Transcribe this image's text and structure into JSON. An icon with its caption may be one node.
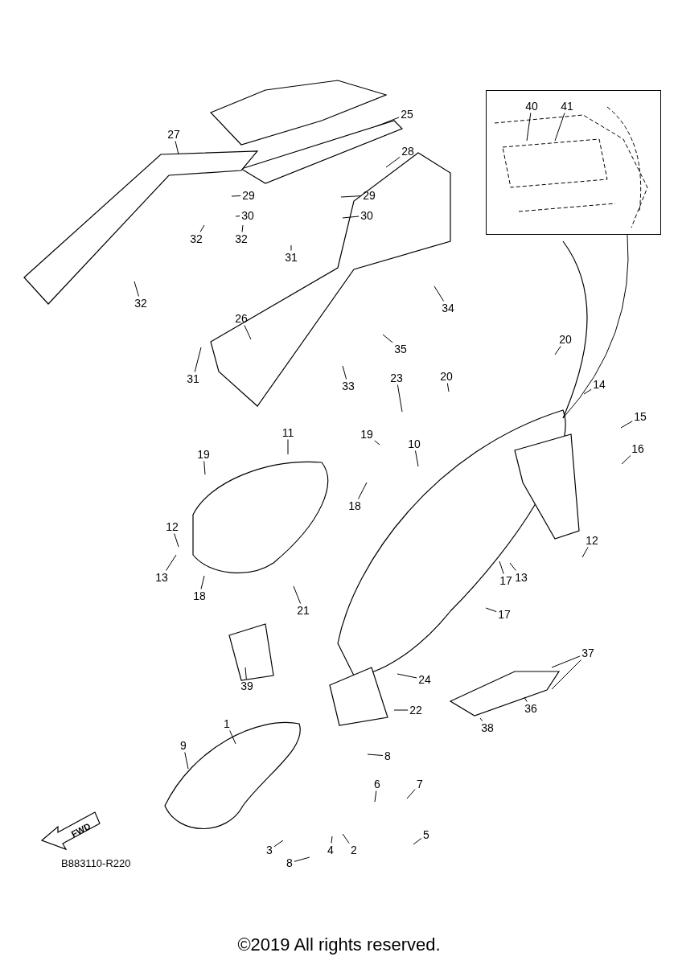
{
  "diagram": {
    "caption": "©2019 All rights reserved.",
    "nodes": [
      {
        "text": [
          "29"
        ]
      },
      {
        "text": [
          "29"
        ]
      },
      {
        "text": [
          "30"
        ]
      },
      {
        "text": [
          "30"
        ]
      },
      {
        "text": [
          "25"
        ]
      },
      {
        "text": [
          "27"
        ]
      },
      {
        "text": [
          "28"
        ]
      },
      {
        "text": [],
        "shape": "box"
      },
      {
        "text": [
          "40"
        ],
        "in": 7
      },
      {
        "text": [
          "41"
        ],
        "in": 7
      },
      {
        "text": [
          "32"
        ]
      },
      {
        "text": [
          "32"
        ]
      },
      {
        "text": [
          "31"
        ]
      },
      {
        "text": [
          "32"
        ]
      },
      {
        "text": [
          "34"
        ]
      },
      {
        "text": [
          "26"
        ]
      },
      {
        "text": [
          "35"
        ]
      },
      {
        "text": [
          "31"
        ]
      },
      {
        "text": [
          "33"
        ]
      },
      {
        "text": [
          "20"
        ]
      },
      {
        "text": [
          "20"
        ]
      },
      {
        "text": [
          "23"
        ]
      },
      {
        "text": [
          "14"
        ]
      },
      {
        "text": [
          "15"
        ]
      },
      {
        "text": [
          "11"
        ]
      },
      {
        "text": [
          "19"
        ]
      },
      {
        "text": [
          "10"
        ]
      },
      {
        "text": [
          "16"
        ]
      },
      {
        "text": [
          "12"
        ]
      },
      {
        "text": [
          "19"
        ]
      },
      {
        "text": [
          "18"
        ]
      },
      {
        "text": [
          "12"
        ]
      },
      {
        "text": [
          "13"
        ]
      },
      {
        "text": [
          "13"
        ]
      },
      {
        "text": [
          "17"
        ]
      },
      {
        "text": [
          "18"
        ]
      },
      {
        "text": [
          "21"
        ]
      },
      {
        "text": [
          "17"
        ]
      },
      {
        "text": [
          "37"
        ]
      },
      {
        "text": [
          "39"
        ]
      },
      {
        "text": [
          "24"
        ]
      },
      {
        "text": [
          "36"
        ]
      },
      {
        "text": [
          "22"
        ]
      },
      {
        "text": [
          "38"
        ]
      },
      {
        "text": [
          "9"
        ]
      },
      {
        "text": [
          "1"
        ]
      },
      {
        "text": [
          "8"
        ]
      },
      {
        "text": [
          "6"
        ]
      },
      {
        "text": [
          "7"
        ]
      },
      {
        "text": [
          "5"
        ]
      },
      {
        "text": [
          "3"
        ]
      },
      {
        "text": [
          "4"
        ]
      },
      {
        "text": [
          "2"
        ]
      },
      {
        "text": [
          "8"
        ]
      }
    ],
    "edges": [
      {
        "from": 0,
        "to": null,
        "arrow": "none"
      },
      {
        "from": 1,
        "to": null,
        "arrow": "none"
      },
      {
        "from": 2,
        "to": null,
        "arrow": "none"
      },
      {
        "from": 3,
        "to": null,
        "arrow": "none"
      },
      {
        "from": 4,
        "to": null,
        "arrow": "none"
      },
      {
        "from": 5,
        "to": null,
        "arrow": "none"
      },
      {
        "from": 6,
        "to": null,
        "arrow": "none"
      },
      {
        "from": 7,
        "to": null,
        "arrow": "none"
      },
      {
        "from": 8,
        "to": null,
        "arrow": "none"
      },
      {
        "from": 9,
        "to": null,
        "arrow": "none"
      },
      {
        "from": 10,
        "to": null,
        "arrow": "none"
      },
      {
        "from": 11,
        "to": null,
        "arrow": "none"
      },
      {
        "from": 12,
        "to": null,
        "arrow": "none"
      },
      {
        "from": 13,
        "to": null,
        "arrow": "none"
      },
      {
        "from": 14,
        "to": null,
        "arrow": "none"
      },
      {
        "from": 15,
        "to": null,
        "arrow": "none"
      },
      {
        "from": 16,
        "to": null,
        "arrow": "none"
      },
      {
        "from": 17,
        "to": null,
        "arrow": "none"
      },
      {
        "from": 18,
        "to": null,
        "arrow": "none"
      },
      {
        "from": 19,
        "to": null,
        "arrow": "none"
      },
      {
        "from": 20,
        "to": null,
        "arrow": "none"
      },
      {
        "from": 21,
        "to": null,
        "arrow": "none"
      },
      {
        "from": 22,
        "to": null,
        "arrow": "none"
      },
      {
        "from": 23,
        "to": null,
        "arrow": "none"
      },
      {
        "from": 24,
        "to": null,
        "arrow": "none"
      },
      {
        "from": 25,
        "to": null,
        "arrow": "none"
      },
      {
        "from": 26,
        "to": null,
        "arrow": "none"
      },
      {
        "from": 27,
        "to": null,
        "arrow": "none"
      },
      {
        "from": 28,
        "to": null,
        "arrow": "none"
      },
      {
        "from": 29,
        "to": null,
        "arrow": "none"
      },
      {
        "from": 30,
        "to": null,
        "arrow": "none"
      },
      {
        "from": 31,
        "to": null,
        "arrow": "none"
      },
      {
        "from": 32,
        "to": null,
        "arrow": "none"
      },
      {
        "from": 33,
        "to": null,
        "arrow": "none"
      },
      {
        "from": 34,
        "to": null,
        "arrow": "none"
      },
      {
        "from": 35,
        "to": null,
        "arrow": "none"
      },
      {
        "from": 36,
        "to": null,
        "arrow": "none"
      },
      {
        "from": 37,
        "to": null,
        "arrow": "none"
      },
      {
        "from": 38,
        "to": null,
        "arrow": "none"
      },
      {
        "from": 38,
        "to": null,
        "arrow": "none"
      },
      {
        "from": 39,
        "to": null,
        "arrow": "none"
      },
      {
        "from": 40,
        "to": null,
        "arrow": "none"
      },
      {
        "from": 41,
        "to": null,
        "arrow": "none"
      },
      {
        "from": 42,
        "to": null,
        "arrow": "none"
      },
      {
        "from": 43,
        "to": null,
        "arrow": "none"
      },
      {
        "from": 44,
        "to": null,
        "arrow": "none"
      },
      {
        "from": 45,
        "to": null,
        "arrow": "none"
      },
      {
        "from": 46,
        "to": null,
        "arrow": "none"
      },
      {
        "from": 47,
        "to": null,
        "arrow": "none"
      },
      {
        "from": 48,
        "to": null,
        "arrow": "none"
      },
      {
        "from": 49,
        "to": null,
        "arrow": "none"
      },
      {
        "from": 50,
        "to": null,
        "arrow": "none"
      },
      {
        "from": 51,
        "to": null,
        "arrow": "none"
      },
      {
        "from": 52,
        "to": null,
        "arrow": "none"
      },
      {
        "from": 53,
        "to": null,
        "arrow": "none"
      }
    ],
    "labels": [
      "FWD",
      "B883110-R220"
    ]
  }
}
